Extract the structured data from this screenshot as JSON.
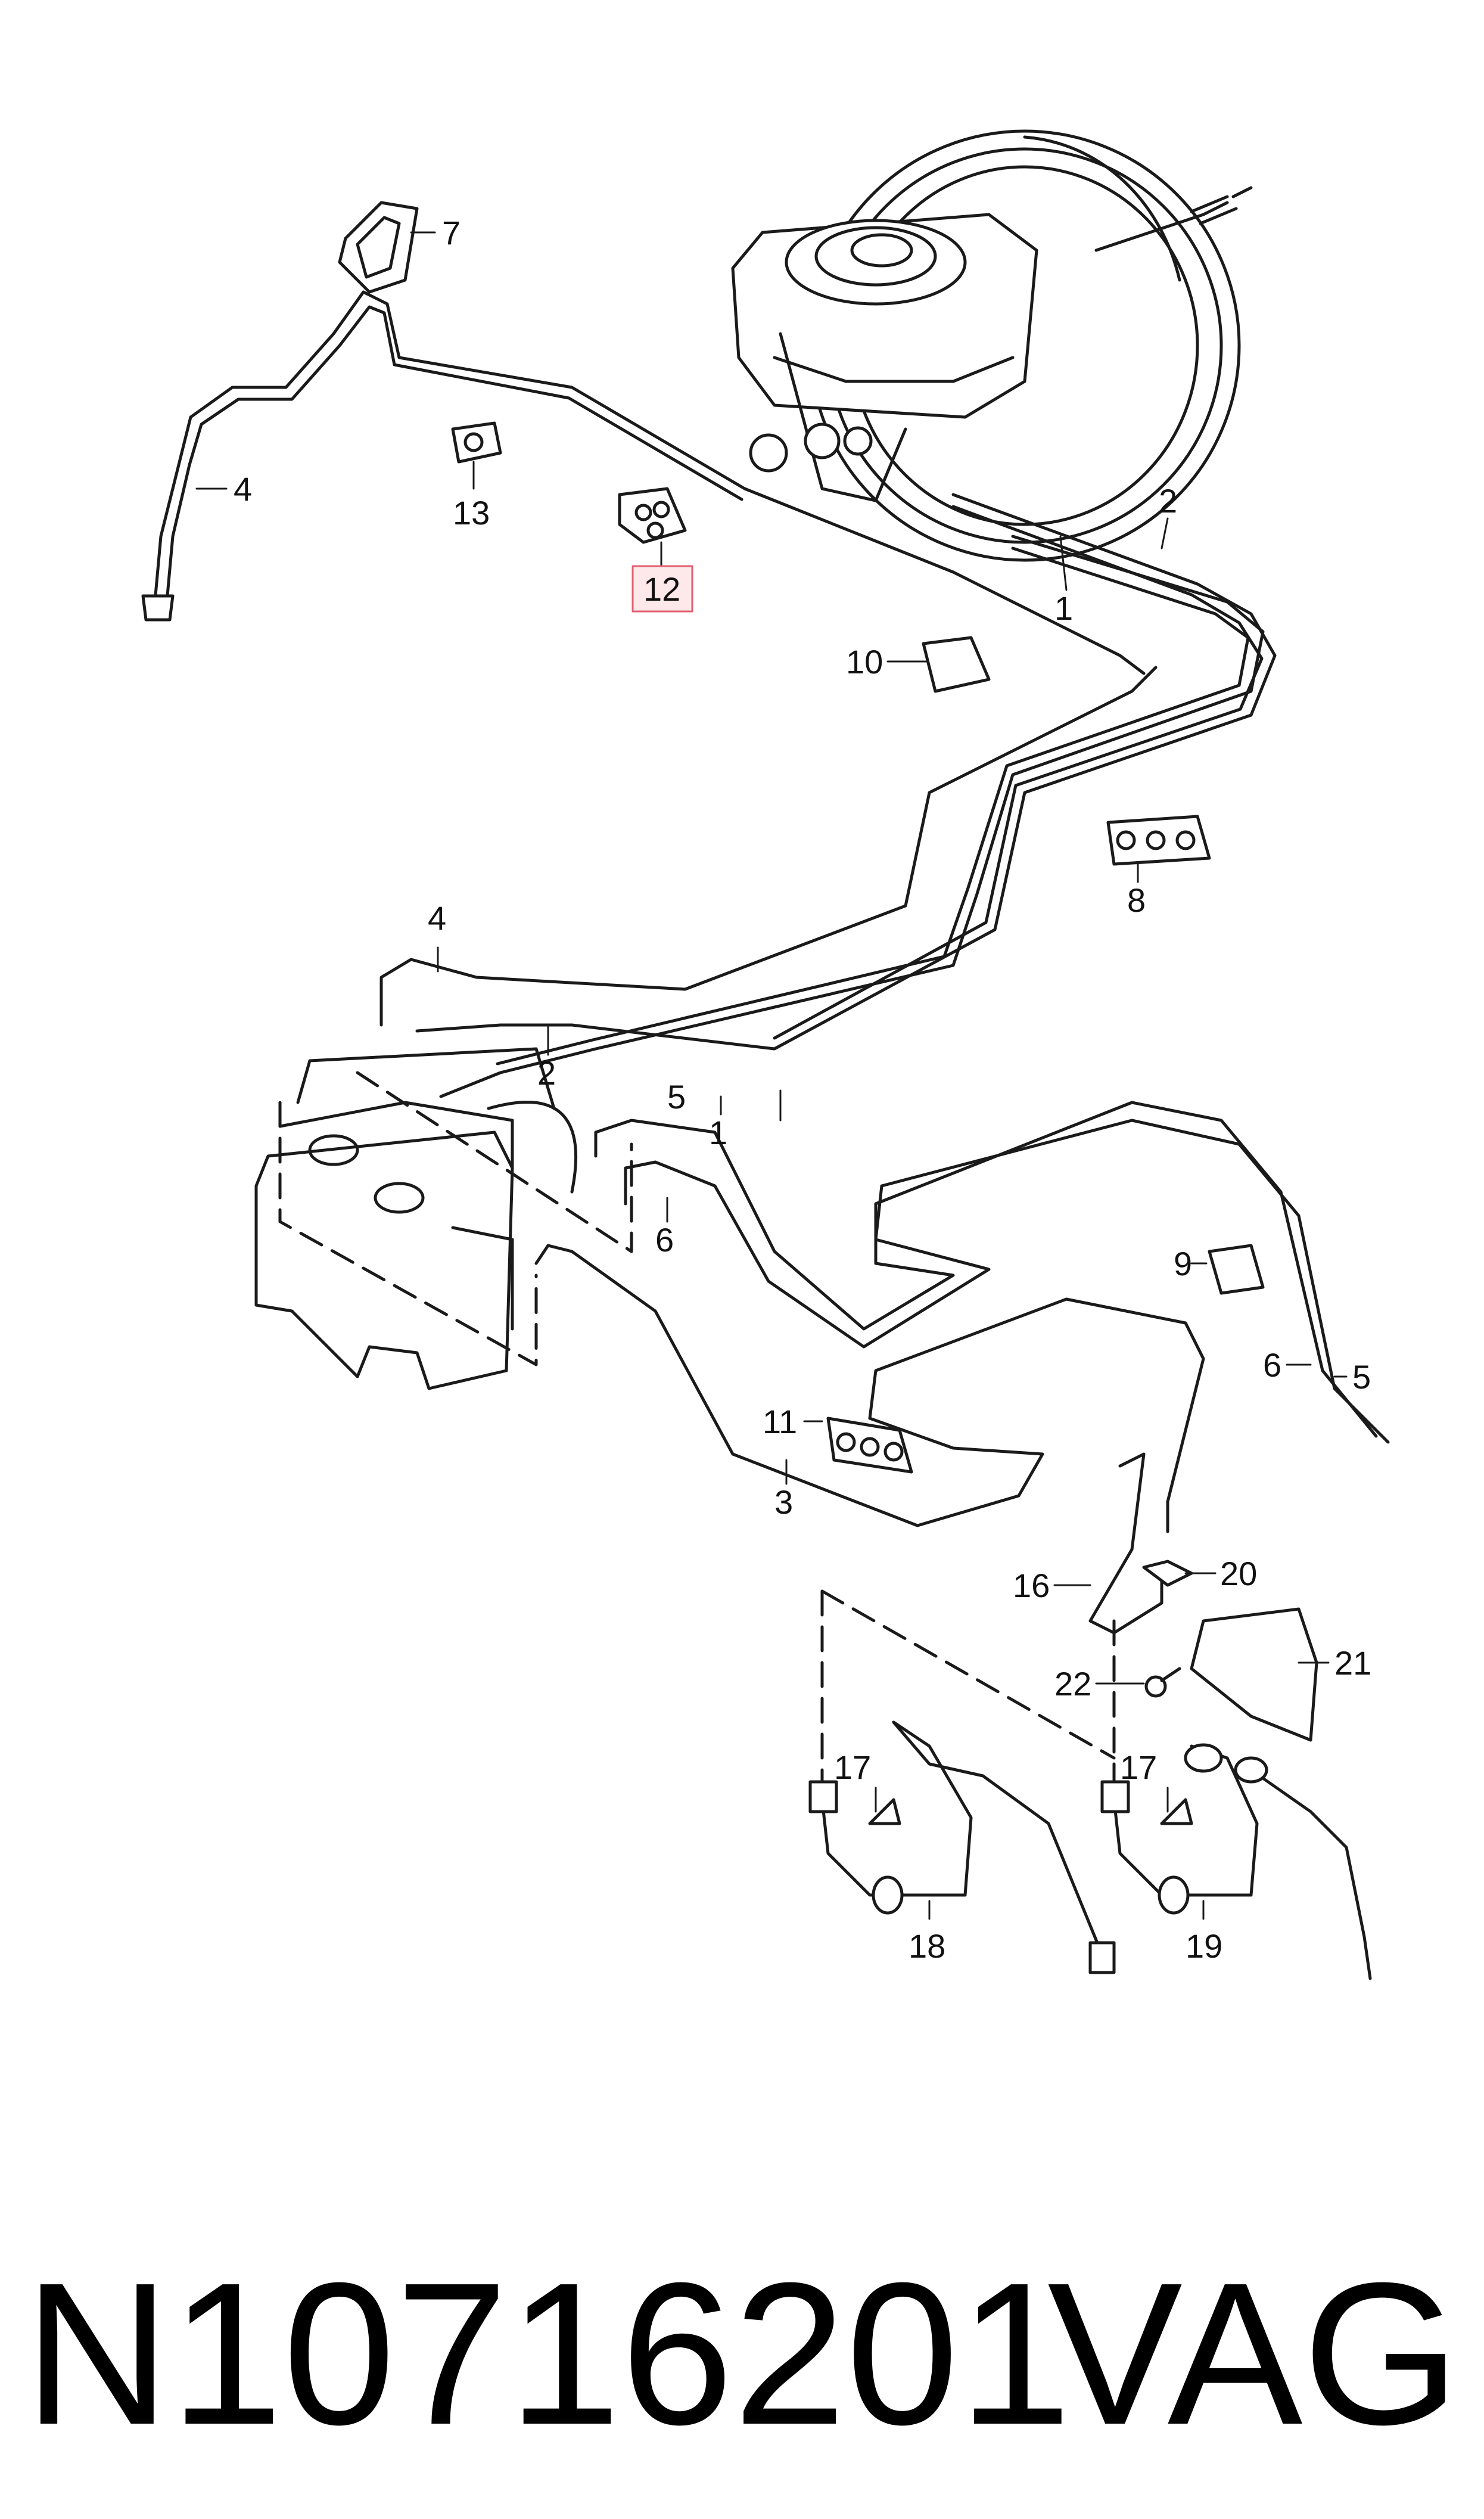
{
  "callouts": {
    "c1a": "1",
    "c1b": "1",
    "c2a": "2",
    "c2b": "2",
    "c3": "3",
    "c4a": "4",
    "c4b": "4",
    "c5a": "5",
    "c5b": "5",
    "c6a": "6",
    "c6b": "6",
    "c7": "7",
    "c8": "8",
    "c9": "9",
    "c10": "10",
    "c11": "11",
    "c12": "12",
    "c13": "13",
    "c16": "16",
    "c17a": "17",
    "c17b": "17",
    "c18": "18",
    "c19": "19",
    "c20": "20",
    "c21": "21",
    "c22": "22"
  },
  "highlight": {
    "callout": "12",
    "color": "#e06070"
  },
  "caption": {
    "part_number": "N10716201",
    "brand": "VAG"
  }
}
